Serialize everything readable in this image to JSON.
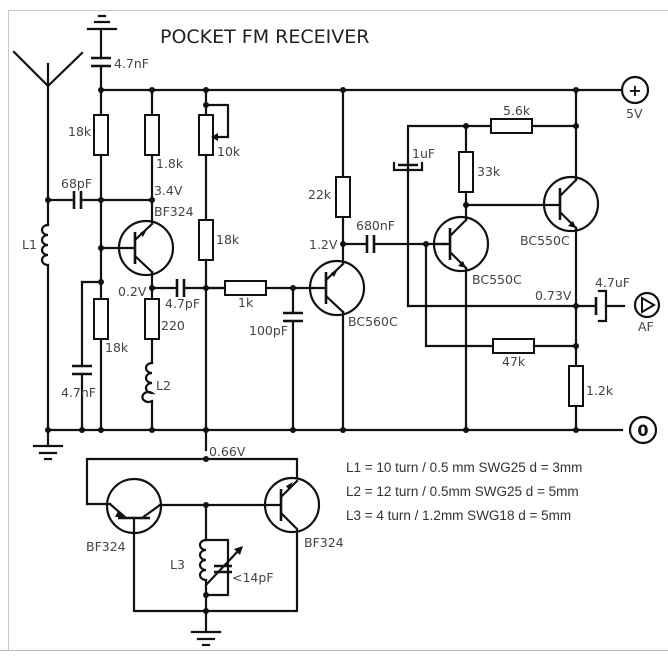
{
  "title": "POCKET FM RECEIVER",
  "terminals": {
    "positive_symbol": "+",
    "positive_label": "5V",
    "output_label": "AF",
    "ground_symbol": "0"
  },
  "components": {
    "c_top": "4.7nF",
    "r_18k_a": "18k",
    "r_1_8k": "1.8k",
    "pot_10k": "10k",
    "c_68pf": "68pF",
    "v_3_4": "3.4V",
    "q1": "BF324",
    "l1": "L1",
    "r_18k_b": "18k",
    "v_0_2": "0.2V",
    "c_4_7pf": "4.7pF",
    "r_1k": "1k",
    "c_100pf": "100pF",
    "r_18k_c": "18k",
    "r_220": "220",
    "l2": "L2",
    "c_4_7nf_b": "4.7nF",
    "r_22k": "22k",
    "c_680nf": "680nF",
    "v_1_2": "1.2V",
    "q2": "BC560C",
    "c_1uf": "1uF",
    "r_33k": "33k",
    "r_5_6k": "5.6k",
    "q3": "BC550C",
    "q4": "BC550C",
    "v_0_73": "0.73V",
    "c_4_7uf": "4.7uF",
    "r_47k": "47k",
    "r_1_2k": "1.2k",
    "v_0_66": "0.66V",
    "q5": "BF324",
    "q6": "BF324",
    "l3": "L3",
    "c_var": "<14pF"
  },
  "notes": [
    "L1 = 10 turn / 0.5 mm SWG25  d = 3mm",
    "L2 = 12 turn / 0.5mm SWG25 d = 5mm",
    "L3 = 4 turn / 1.2mm SWG18 d = 5mm"
  ]
}
